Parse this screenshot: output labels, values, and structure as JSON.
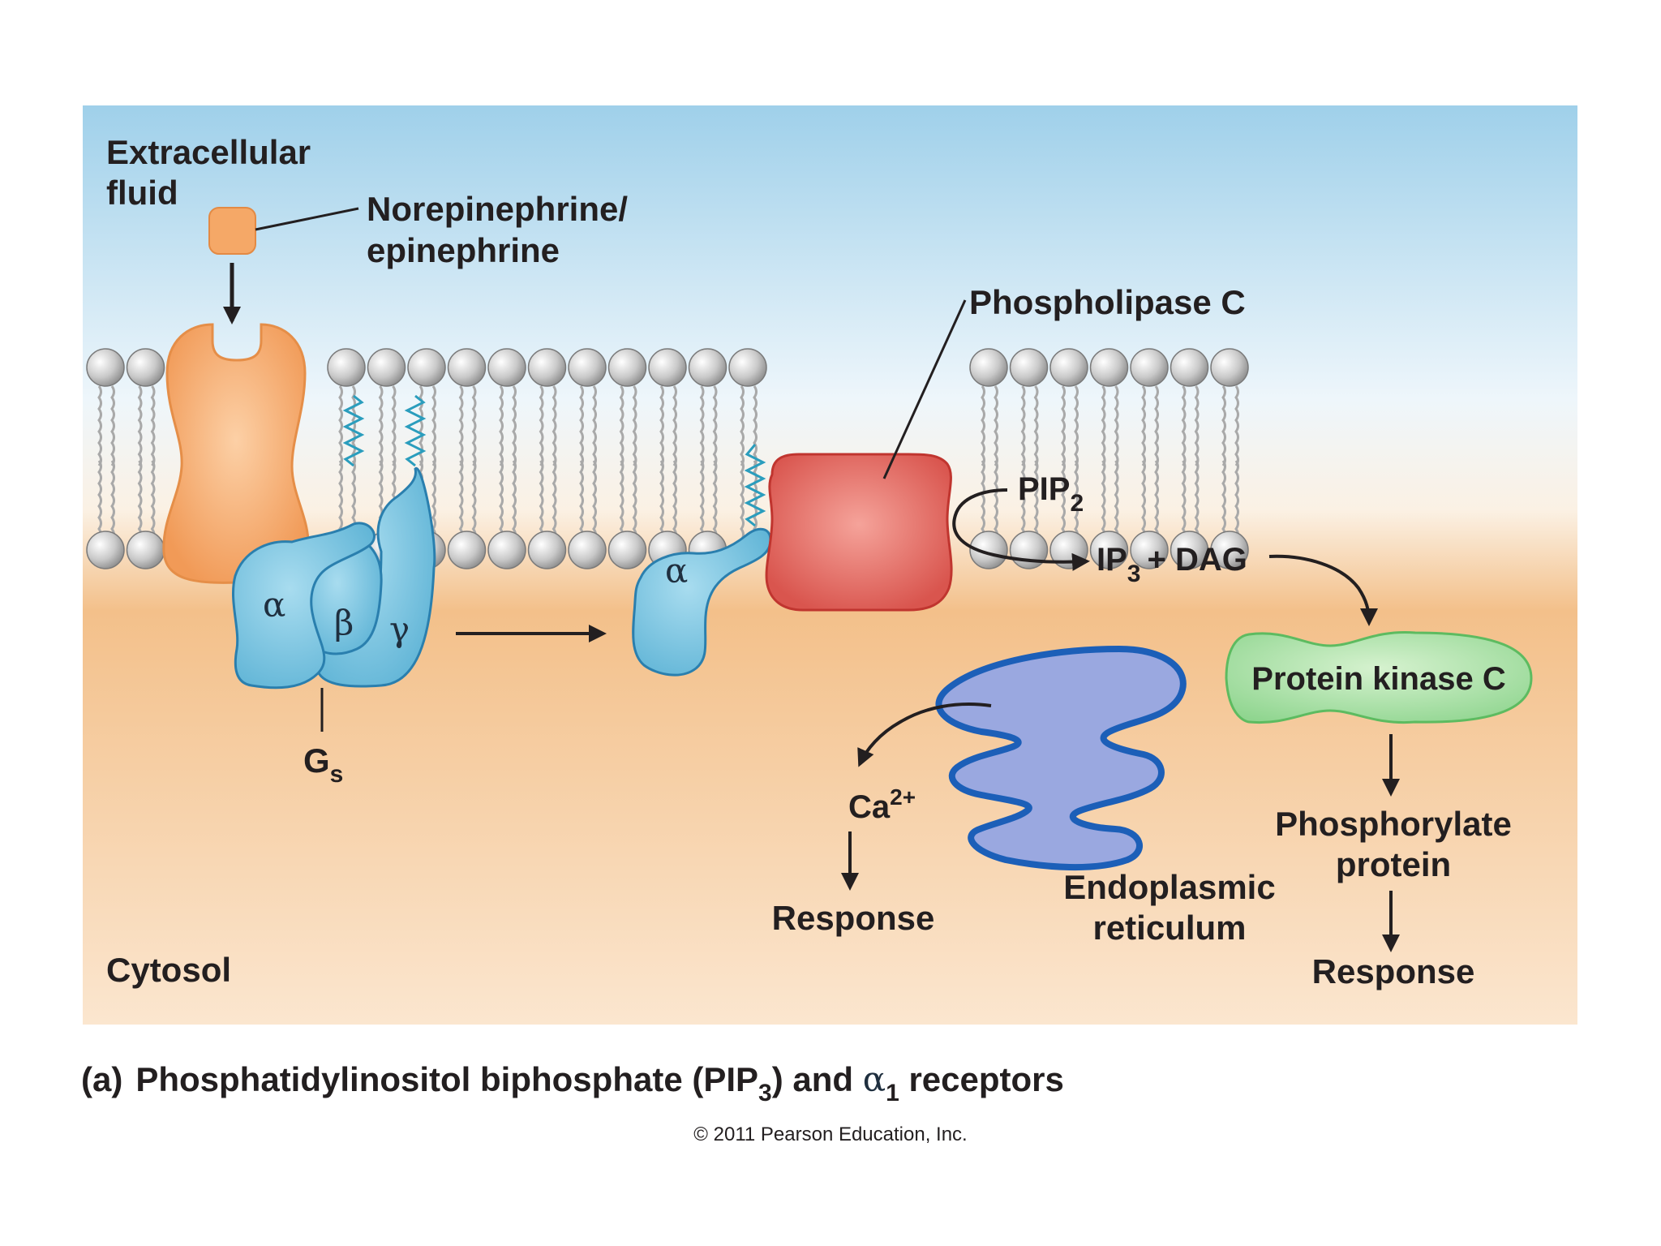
{
  "labels": {
    "extracellular_line1": "Extracellular",
    "extracellular_line2": "fluid",
    "ligand_line1": "Norepinephrine/",
    "ligand_line2": "epinephrine",
    "phospholipase": "Phospholipase C",
    "pip": "PIP",
    "pip_sub": "2",
    "ip": "IP",
    "ip_sub": "3",
    "dag": "+ DAG",
    "alpha": "α",
    "beta": "β",
    "gamma": "γ",
    "gs": "G",
    "gs_sub": "s",
    "ca": "Ca",
    "ca_sup": "2+",
    "response_left": "Response",
    "er_line1": "Endoplasmic",
    "er_line2": "reticulum",
    "pkc": "Protein kinase C",
    "phos_line1": "Phosphorylate",
    "phos_line2": "protein",
    "response_right": "Response",
    "cytosol": "Cytosol"
  },
  "caption": {
    "part": "(a)",
    "text_a": "Phosphatidylinositol biphosphate (PIP",
    "text_sub": "3",
    "text_b": ") and ",
    "alpha": "α",
    "alpha_sub": "1",
    "text_c": " receptors"
  },
  "copyright": "© 2011 Pearson Education, Inc.",
  "colors": {
    "sky_top": "#9fd0ea",
    "cytosol": "#f3c08a",
    "receptor": "#f5a867",
    "g_protein": "#7ec6e0",
    "phospholipase": "#e0665e",
    "pkc": "#9fdca0",
    "er_fill": "#9aa8e0",
    "er_stroke": "#1c5fb8"
  },
  "icons": [
    "ligand-icon",
    "receptor-icon",
    "g-protein-icon",
    "phospholipase-c-icon",
    "protein-kinase-c-icon",
    "endoplasmic-reticulum-icon"
  ]
}
